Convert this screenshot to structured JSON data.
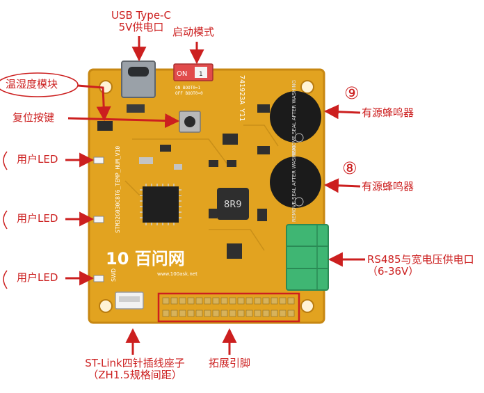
{
  "labels": {
    "usb_line1": "USB Type-C",
    "usb_line2": "5V供电口",
    "boot_mode": "启动模式",
    "temp_humidity": "温湿度模块",
    "reset_key": "复位按键",
    "user_led_1": "用户LED",
    "user_led_2": "用户LED",
    "user_led_3": "用户LED",
    "buzzer_1": "有源蜂鸣器",
    "buzzer_2": "有源蜂鸣器",
    "rs485_line1": "RS485与宽电压供电口",
    "rs485_line2": "（6-36V）",
    "stlink_line1": "ST-Link四针插线座子",
    "stlink_line2": "（ZH1.5规格间距）",
    "expansion": "拓展引脚"
  },
  "board_text": {
    "serial": "741923A Y11",
    "model": "STM32G030C8T6_TEMP_HUM_V10",
    "brand_logo": "10 百问网",
    "brand_url": "www.100ask.net",
    "boot_on": "ON",
    "boot_key": "1",
    "boot_legend_on": "ON  BOOT0=1",
    "boot_legend_off": "OFF BOOT0=0",
    "buzzer_cap_1": "REMOVE SEAL AFTER WASHING",
    "buzzer_cap_2": "REMOVE SEAL AFTER WASHING",
    "inductor": "8R9",
    "swd": "SWD",
    "hand_mark_buzzer_1": "⑨",
    "hand_mark_buzzer_2": "⑧"
  },
  "colors": {
    "pcb": "#e2a320",
    "pcb_edge": "#c78712",
    "annotation": "#cc1f1f",
    "terminal": "#3fb673",
    "buzzer": "#1b1b1b",
    "dip_switch": "#e14b4b"
  }
}
